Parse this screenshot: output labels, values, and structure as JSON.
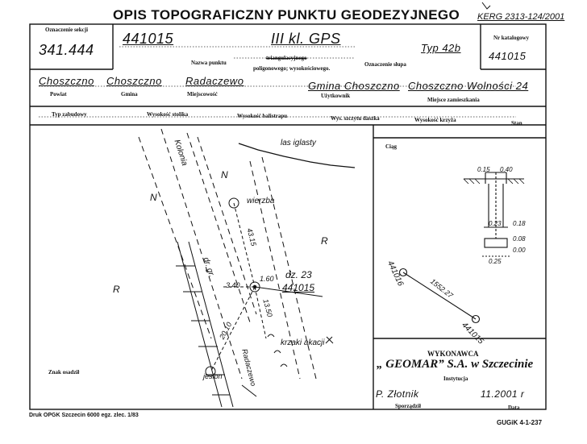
{
  "header": {
    "title": "OPIS TOPOGRAFICZNY PUNKTU GEODEZYJNEGO",
    "kerg": "KERG 2313-124/2001"
  },
  "top_row": {
    "sekcja_label": "Oznaczenie sekcji",
    "sekcja_value": "341.444",
    "punkt_number": "441015",
    "klasa": "III kl. GPS",
    "typ": "Typ 42b",
    "nazwa_label": "Nazwa punktu",
    "triang_label": "triangulacyjnego",
    "polig_label": "poligonowego; wysokościowego.",
    "slup_label": "Oznaczenie słupa",
    "katalog_label": "Nr katalogowy",
    "katalog_value": "441015"
  },
  "location": {
    "powiat_value": "Choszczno",
    "powiat_label": "Powiat",
    "gmina_value": "Choszczno",
    "gmina_label": "Gmina",
    "miejscowosc_value": "Radaczewo",
    "miejscowosc_label": "Miejscowość",
    "uzytkownik_value": "Gmina Choszczno",
    "uzytkownik_label": "Użytkownik",
    "zamieszkanie_value": "Choszczno Wolności 24",
    "zamieszkanie_label": "Miejsce zamieszkania"
  },
  "heights": {
    "typ_zabudowy": "Typ zabudowy",
    "stolik": "Wysokość stolika",
    "pomost": "Wysokość balistrapu",
    "szczyt": "Wys. szczytu daszka",
    "krzyz": "Wysokość krzyża",
    "stan": "Stan"
  },
  "sketch": {
    "las": "las iglasty",
    "kolonia": "Kolonia",
    "droga": "dr. gr.",
    "n1": "N",
    "n2": "N",
    "r1": "R",
    "r2": "R",
    "wierzba": "wierzba",
    "d315": "43.15",
    "d160": "1.60",
    "d340": "3.40",
    "d1350": "13.50",
    "d2010": "20.10",
    "dz": "dz. 23",
    "point": "441015",
    "krzaki": "krzaki akacji",
    "jesion": "jesion",
    "radaczewo": "Radaczewo",
    "znak": "Znak osadził"
  },
  "ciag": {
    "label": "Ciąg",
    "m015": "0.15",
    "m040": "0.40",
    "m023": "0.23",
    "m018": "0.18",
    "m008": "0.08",
    "m000": "0.00",
    "m025": "0.25",
    "p1": "441016",
    "dist": "1552.27",
    "p2": "441015"
  },
  "wykonawca": {
    "label": "WYKONAWCA",
    "name": "„ GEOMAR” S.A. w Szczecinie",
    "instytucja": "Instytucja",
    "sporzadzil_value": "P. Złotnik",
    "sporzadzil_label": "Sporządził",
    "data_value": "11.2001 r",
    "data_label": "Data"
  },
  "footer": {
    "left": "Druk OPGK Szczecin 6000 egz. zlec. 1/83",
    "right": "GUGiK 4-1-237"
  }
}
